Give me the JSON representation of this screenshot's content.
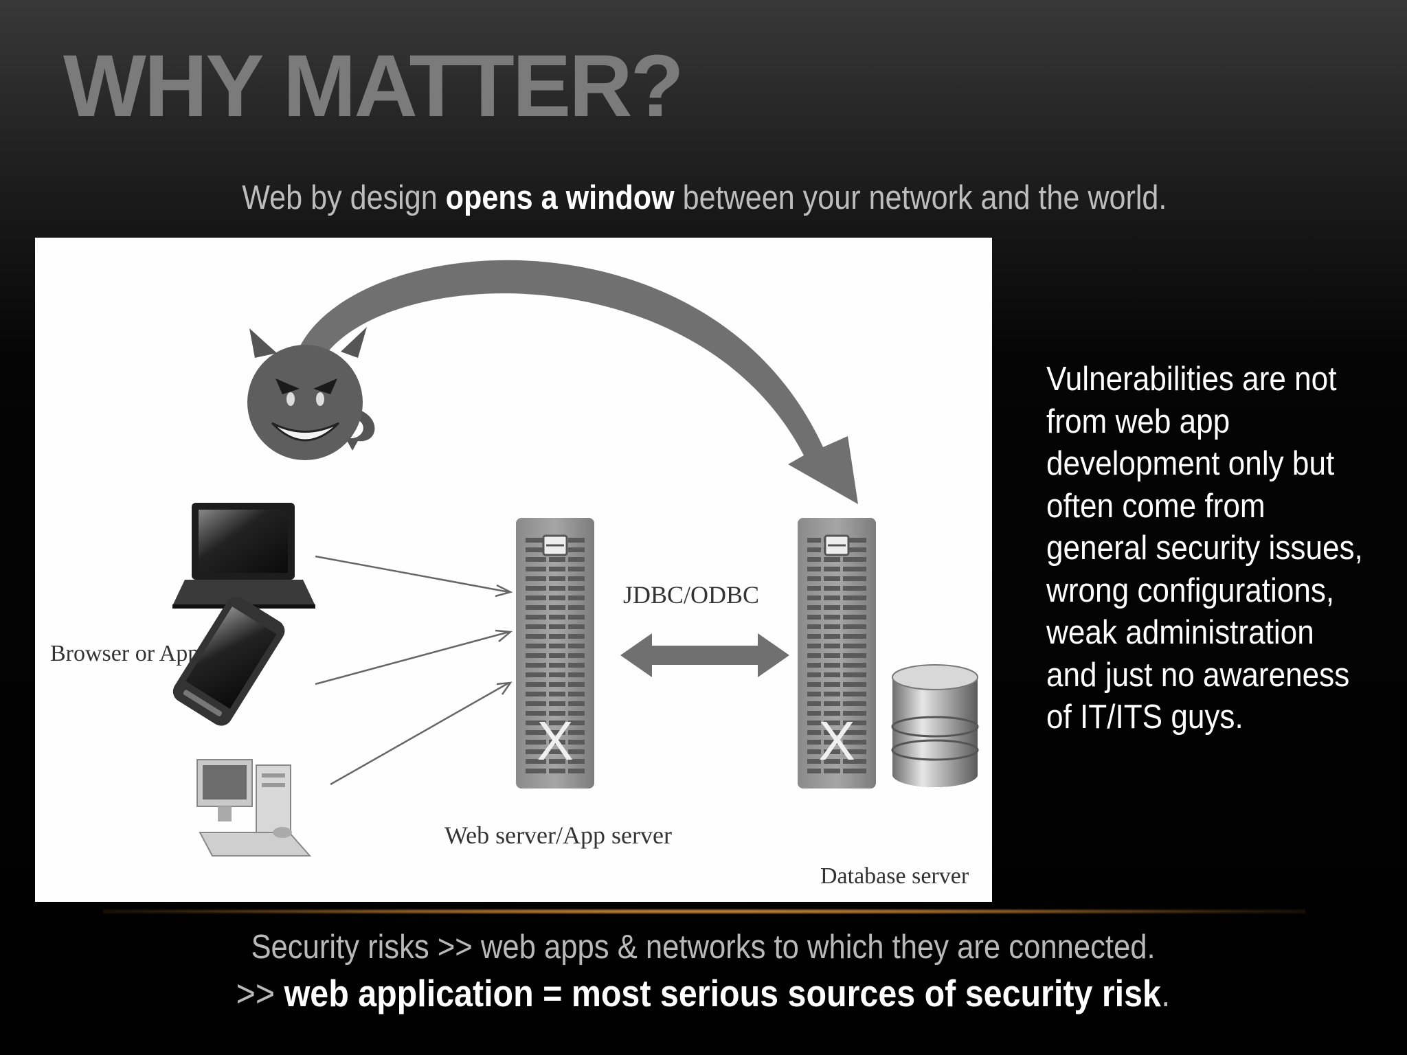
{
  "slide": {
    "title": "WHY MATTER?",
    "subtitle": {
      "before": "Web by design ",
      "emphasis": "opens a window",
      "after": " between your network and the world."
    },
    "side_text": "Vulnerabilities are not from web app development only but often come from general security issues, wrong configurations, weak administration and just no awareness of IT/ITS guys.",
    "bottom_line1": "Security risks >> web apps  & networks to which they are connected.",
    "bottom_line2": {
      "prefix": ">> ",
      "emphasis": "web application = most serious sources of security risk",
      "suffix": "."
    }
  },
  "diagram": {
    "label_client": "Browser or App",
    "label_protocol": "JDBC/ODBC",
    "label_webserver": "Web server/App server",
    "label_database": "Database server",
    "server_mark": "X"
  },
  "icons": [
    "devil-icon",
    "laptop-icon",
    "smartphone-icon",
    "desktop-computer-icon",
    "web-server-icon",
    "database-server-icon",
    "database-cylinder-icon",
    "attack-arrow-icon",
    "double-arrow-icon"
  ],
  "colors": {
    "title": "#7b7b7b",
    "subtitle": "#bdbdbd",
    "emphasis": "#ffffff",
    "divider": "#c8883e",
    "diagram_gray": "#707070"
  }
}
